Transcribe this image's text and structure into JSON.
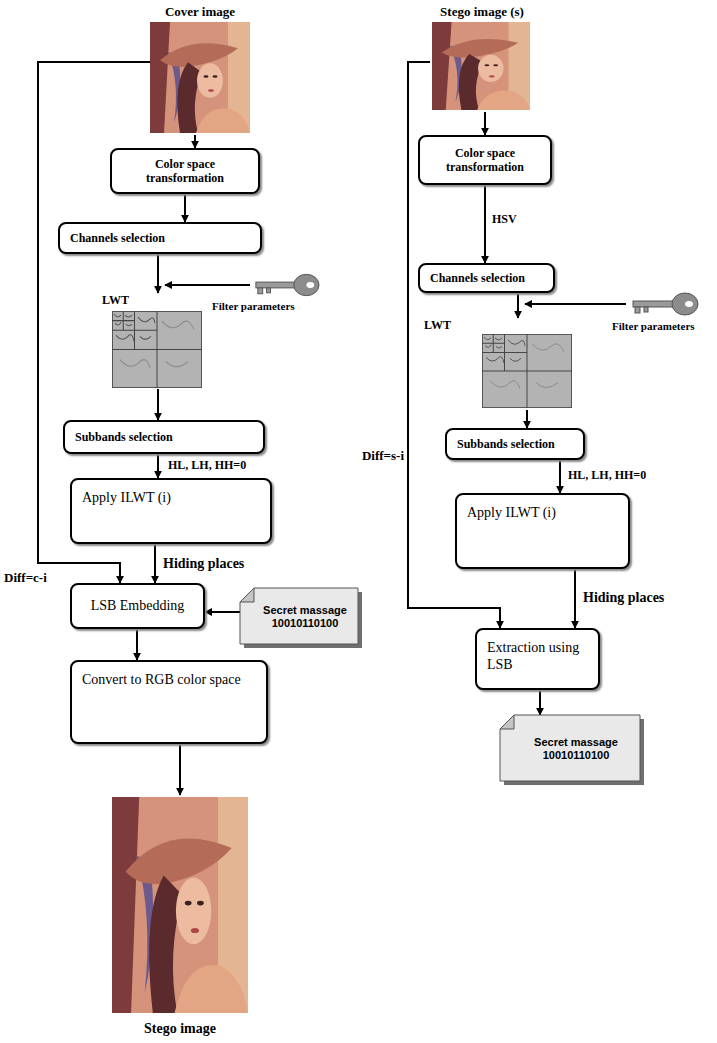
{
  "diagram": {
    "nodes": [
      {
        "text": [
          "Cover image"
        ]
      },
      {
        "text": [
          "Color space transformation"
        ]
      },
      {
        "text": [
          "Channels selection"
        ]
      },
      {
        "text": [
          "LWT"
        ]
      },
      {
        "text": [
          "Subbands selection"
        ]
      },
      {
        "text": [
          "Apply ILWT (i)"
        ]
      },
      {
        "text": [
          "LSB Embedding"
        ]
      },
      {
        "text": [
          "Secret massage",
          "10010110100"
        ]
      },
      {
        "text": [
          "Convert to RGB color space"
        ]
      },
      {
        "text": [
          "Stego image"
        ]
      },
      {
        "text": [
          "Stego image (s)"
        ]
      },
      {
        "text": [
          "Color space transformation"
        ]
      },
      {
        "text": [
          "Channels selection"
        ]
      },
      {
        "text": [
          "LWT"
        ]
      },
      {
        "text": [
          "Subbands selection"
        ]
      },
      {
        "text": [
          "Apply ILWT (i)"
        ]
      },
      {
        "text": [
          "Extraction using LSB"
        ]
      },
      {
        "text": [
          "Secret massage",
          "10010110100"
        ]
      }
    ],
    "edges": [
      {
        "from": 0,
        "to": 1,
        "arrow": "to"
      },
      {
        "from": 1,
        "to": 2,
        "arrow": "to"
      },
      {
        "from": 2,
        "to": 3,
        "arrow": "to"
      },
      {
        "from": 3,
        "to": 4,
        "arrow": "to"
      },
      {
        "from": 4,
        "to": 5,
        "label": "HL, LH, HH=0",
        "arrow": "to"
      },
      {
        "from": 5,
        "to": 6,
        "label": "Hiding places",
        "arrow": "to"
      },
      {
        "from": 0,
        "to": 6,
        "label": "Diff=c-i",
        "arrow": "to"
      },
      {
        "from": 7,
        "to": 6,
        "arrow": "to"
      },
      {
        "from": 6,
        "to": 8,
        "arrow": "to"
      },
      {
        "from": 8,
        "to": 9,
        "arrow": "to"
      },
      {
        "from": 10,
        "to": 11,
        "arrow": "to"
      },
      {
        "from": 11,
        "to": 12,
        "label": "HSV",
        "arrow": "to"
      },
      {
        "from": 12,
        "to": 13,
        "arrow": "to"
      },
      {
        "from": 13,
        "to": 14,
        "arrow": "to"
      },
      {
        "from": 14,
        "to": 15,
        "label": "HL, LH, HH=0",
        "arrow": "to"
      },
      {
        "from": 15,
        "to": 16,
        "label": "Hiding places",
        "arrow": "to"
      },
      {
        "from": 10,
        "to": 16,
        "label": "Diff=s-i",
        "arrow": "to"
      },
      {
        "from": 16,
        "to": 17,
        "arrow": "to"
      }
    ],
    "labels": [
      "Filter parameters",
      "Filter parameters"
    ]
  }
}
